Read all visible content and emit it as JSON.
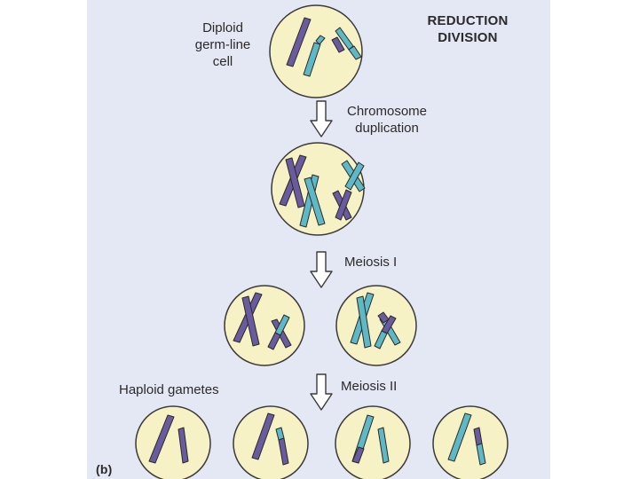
{
  "title_line1": "REDUCTION",
  "title_line2": "DIVISION",
  "labels": {
    "diploid_line1": "Diploid",
    "diploid_line2": "germ-line",
    "diploid_line3": "cell",
    "duplication_line1": "Chromosome",
    "duplication_line2": "duplication",
    "meiosis_1": "Meiosis I",
    "meiosis_2": "Meiosis II",
    "haploid": "Haploid gametes",
    "panel": "(b)"
  },
  "colors": {
    "panel_bg": "#e4e8f4",
    "cell_fill": "#f7f2c6",
    "cell_stroke": "#3a3a3a",
    "chrom_purple": "#6a5a9e",
    "chrom_teal": "#5fb8c6",
    "chrom_outline": "#2a2a2a"
  }
}
